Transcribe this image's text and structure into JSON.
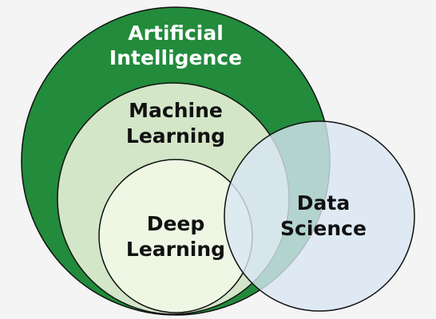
{
  "diagram": {
    "circles": {
      "artificial_intelligence": {
        "line1": "Artificial",
        "line2": "Intelligence",
        "fill": "#228b3c",
        "stroke": "#111111",
        "text_color": "#ffffff"
      },
      "machine_learning": {
        "line1": "Machine",
        "line2": "Learning",
        "fill": "#d3e6c8",
        "stroke": "#111111",
        "text_color": "#111111"
      },
      "deep_learning": {
        "line1": "Deep",
        "line2": "Learning",
        "fill": "#eef7e4",
        "stroke": "#111111",
        "text_color": "#111111"
      },
      "data_science": {
        "line1": "Data",
        "line2": "Science",
        "fill": "#d8e6f3",
        "stroke": "#111111",
        "text_color": "#111111"
      }
    }
  }
}
